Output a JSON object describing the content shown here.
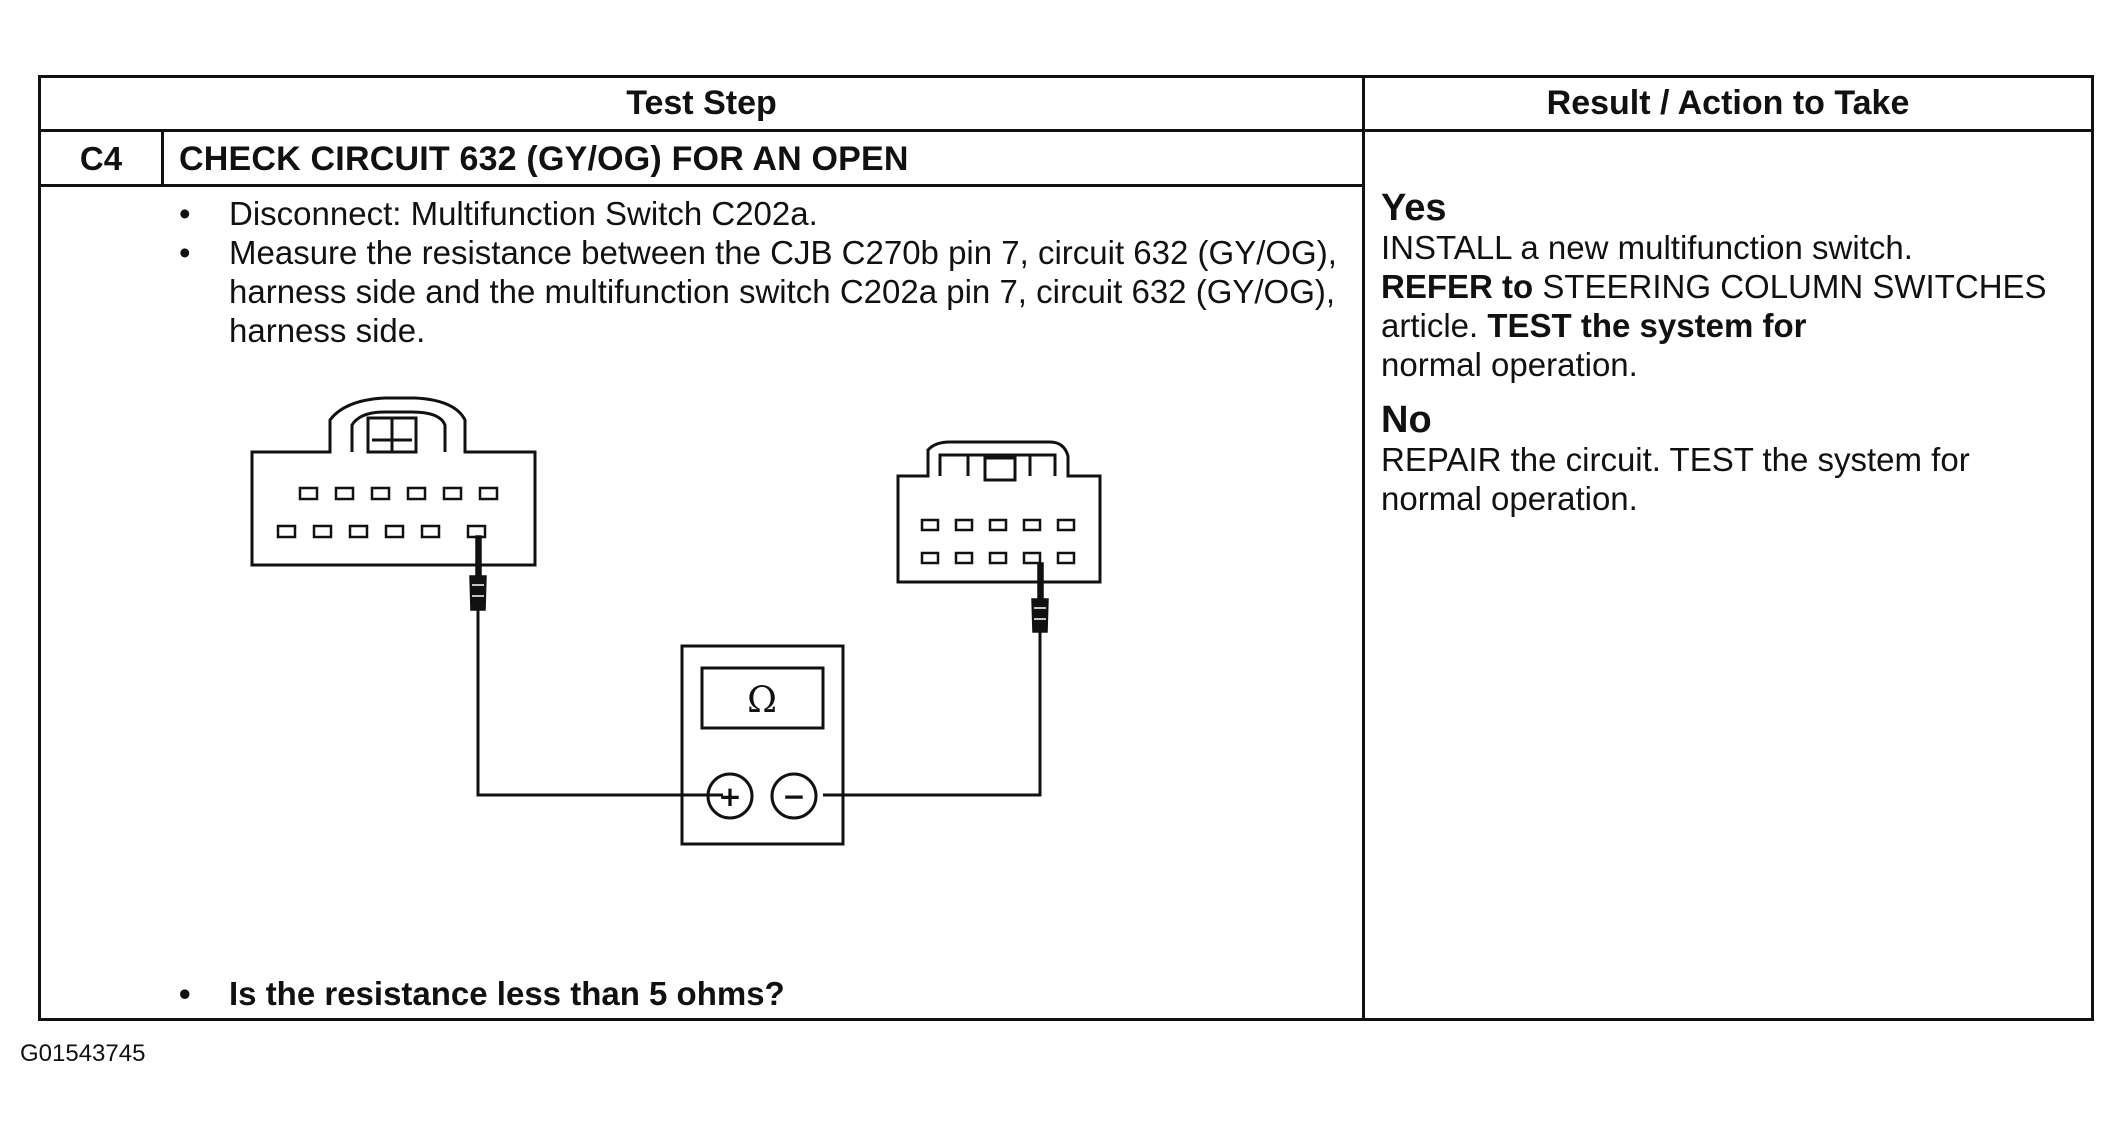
{
  "header": {
    "test_step": "Test Step",
    "result_action": "Result / Action to Take"
  },
  "step": {
    "id": "C4",
    "title": "CHECK CIRCUIT 632 (GY/OG) FOR AN OPEN",
    "bullets": [
      "Disconnect: Multifunction Switch C202a.",
      "Measure the resistance between the CJB C270b pin 7, circuit 632 (GY/OG), harness side and the multifunction switch C202a pin 7, circuit 632 (GY/OG), harness side."
    ],
    "question": "Is the resistance less than 5 ohms?"
  },
  "results": {
    "yes": {
      "label": "Yes",
      "action1": "INSTALL a new multifunction switch.",
      "refer_bold": "REFER to",
      "refer_text": " STEERING COLUMN SWITCHES article.",
      "test_bold": "TEST the system for",
      "normal": "normal operation."
    },
    "no": {
      "label": "No",
      "text": "REPAIR the circuit. TEST the system for normal operation."
    }
  },
  "diagram": {
    "meter_symbol": "Ω",
    "plus": "+",
    "minus": "−"
  },
  "caption": "G01543745"
}
